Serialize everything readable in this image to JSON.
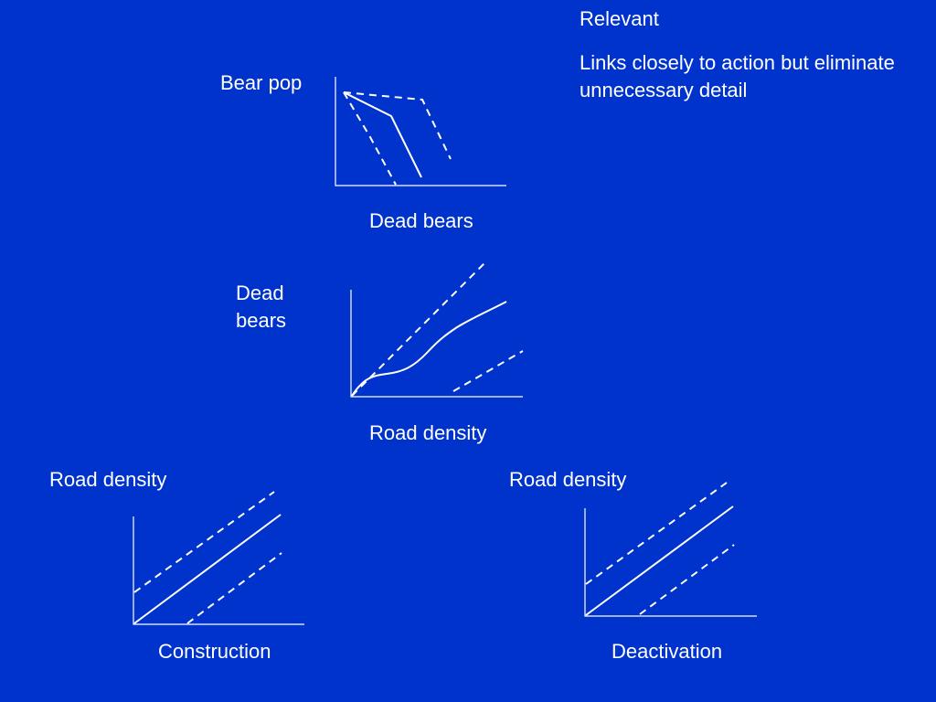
{
  "notes": {
    "title": "Relevant",
    "body": "Links closely to action but eliminate unnecessary detail"
  },
  "graphs": {
    "bear_pop": {
      "ylabel": "Bear pop",
      "xlabel": "Dead bears"
    },
    "dead_bears": {
      "ylabel": "Dead bears",
      "xlabel": "Road density"
    },
    "construction": {
      "ylabel": "Road density",
      "xlabel": "Construction"
    },
    "deactivation": {
      "ylabel": "Road density",
      "xlabel": "Deactivation"
    }
  },
  "colors": {
    "background": "#0033cc",
    "foreground": "#ffffff"
  }
}
